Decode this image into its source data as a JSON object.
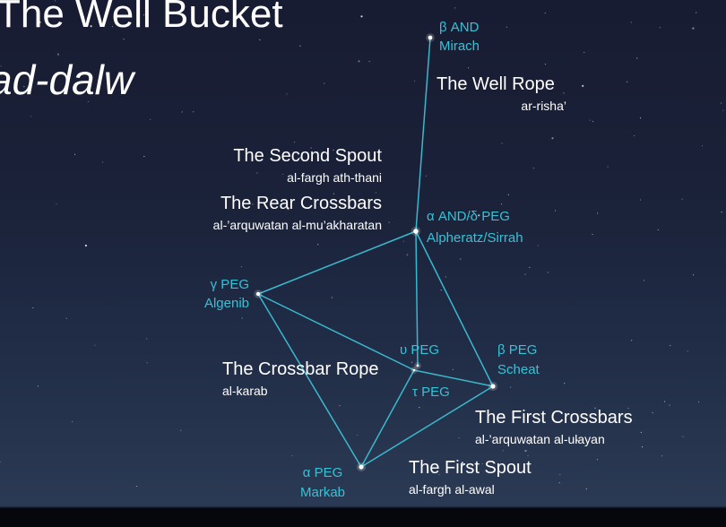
{
  "title": "The Well Bucket",
  "subtitle": "ad-dalw",
  "colors": {
    "line": "#3ab8cc",
    "star_label": "#35c2d6",
    "text": "#ffffff"
  },
  "stars": {
    "mirach": {
      "designation": "β AND",
      "name": "Mirach"
    },
    "alpheratz": {
      "designation": "α AND/δ PEG",
      "name": "Alpheratz/Sirrah"
    },
    "algenib": {
      "designation": "γ PEG",
      "name": "Algenib"
    },
    "upsilon": {
      "designation": "υ PEG"
    },
    "tau": {
      "designation": "τ PEG"
    },
    "scheat": {
      "designation": "β PEG",
      "name": "Scheat"
    },
    "markab": {
      "designation": "α PEG",
      "name": "Markab"
    }
  },
  "features": {
    "well_rope": {
      "english": "The Well Rope",
      "arabic": "ar-risha’"
    },
    "second_spout": {
      "english": "The Second Spout",
      "arabic": "al-fargh ath-thani"
    },
    "rear_crossbars": {
      "english": "The Rear Crossbars",
      "arabic": "al-’arquwatan al-mu’akharatan"
    },
    "crossbar_rope": {
      "english": "The Crossbar Rope",
      "arabic": "al-karab"
    },
    "first_crossbars": {
      "english": "The First Crossbars",
      "arabic": "al-’arquwatan al-ulayan"
    },
    "first_spout": {
      "english": "The First Spout",
      "arabic": "al-fargh al-awal"
    }
  }
}
